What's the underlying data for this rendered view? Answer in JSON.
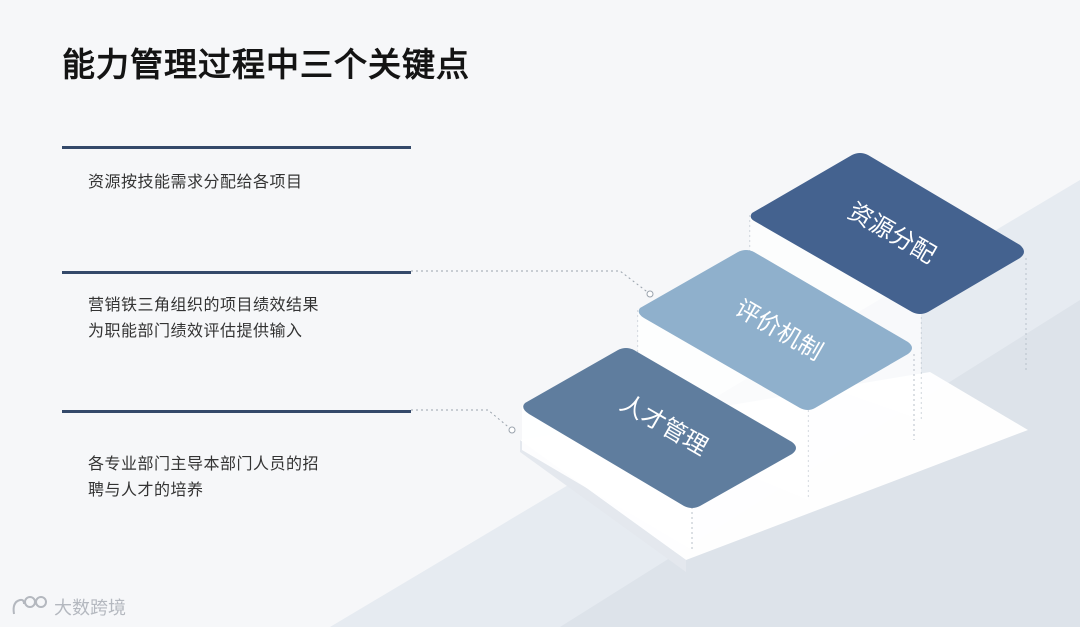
{
  "title": "能力管理过程中三个关键点",
  "points": [
    {
      "text": "资源按技能需求分配给各项目"
    },
    {
      "lines": [
        "营销铁三角组织的项目绩效结果",
        "为职能部门绩效评估提供输入"
      ]
    },
    {
      "lines": [
        "各专业部门主导本部门人员的招",
        "聘与人才的培养"
      ]
    }
  ],
  "steps": [
    {
      "label": "人才管理",
      "color": "#5f7d9e"
    },
    {
      "label": "评价机制",
      "color": "#8fb0cc"
    },
    {
      "label": "资源分配",
      "color": "#44628f"
    }
  ],
  "watermark": "大数跨境"
}
